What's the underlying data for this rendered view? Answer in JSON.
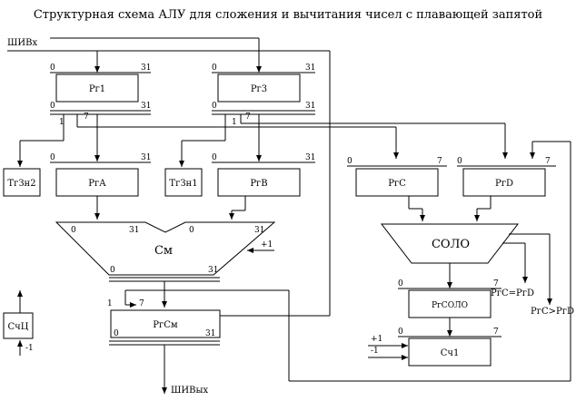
{
  "title": "Структурная схема АЛУ для сложения и вычитания чисел с плавающей запятой",
  "bus_in": "ШИВх",
  "bus_out": "ШИВых",
  "registers": {
    "rg1": "Рг1",
    "rg3": "Рг3",
    "rga": "РгА",
    "rgb": "РгВ",
    "rgc": "РгС",
    "rgd": "РгD",
    "rgsm": "РгСм",
    "rgsolo": "РгСОЛО",
    "tgzn2": "ТгЗн2",
    "tgzn1": "ТгЗн1",
    "sch1": "Сч1",
    "schc": "СчЦ"
  },
  "units": {
    "adder": "См",
    "comparator": "СОЛО"
  },
  "outputs": {
    "eq": "РгС=РгD",
    "gt": "РгС>РгD"
  },
  "bits": {
    "zero": "0",
    "one": "1",
    "seven": "7",
    "thirty_one": "31"
  },
  "signals": {
    "plus_one": "+1",
    "minus_one": "-1"
  }
}
